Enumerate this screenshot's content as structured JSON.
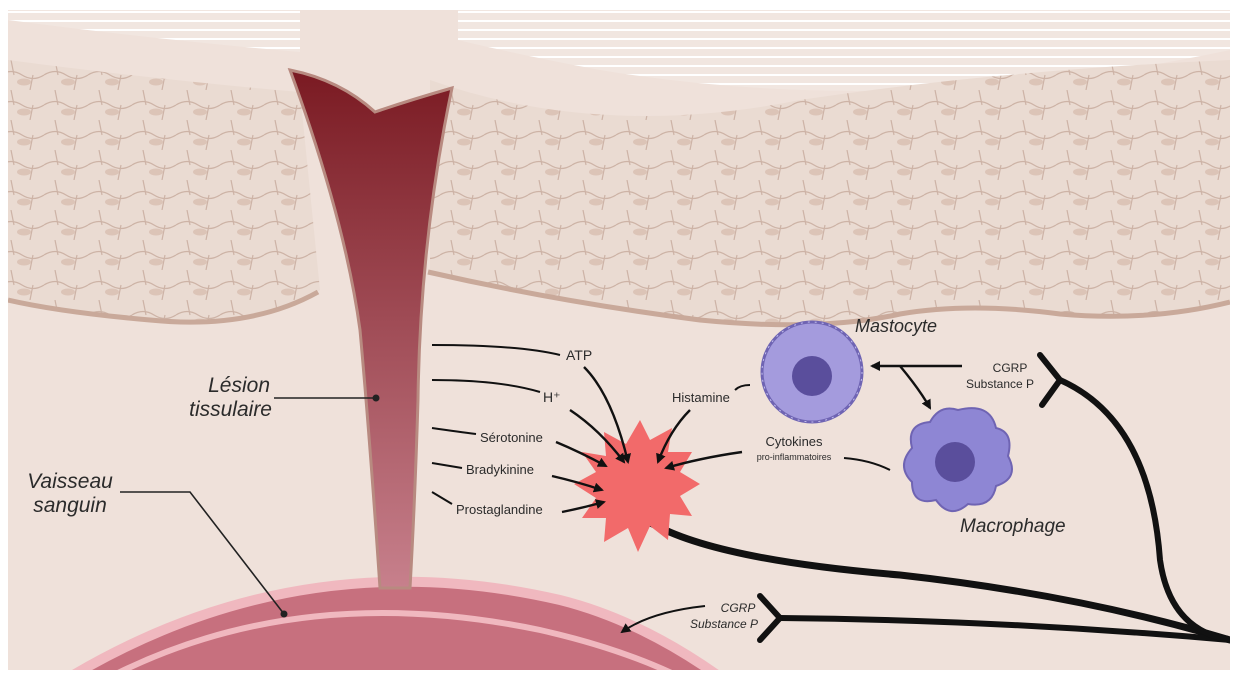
{
  "diagram": {
    "labels": {
      "lesion_line1": "Lésion",
      "lesion_line2": "tissulaire",
      "vessel_line1": "Vaisseau",
      "vessel_line2": "sanguin",
      "mastocyte": "Mastocyte",
      "macrophage": "Macrophage",
      "atp": "ATP",
      "h_plus": "H⁺",
      "serotonine": "Sérotonine",
      "bradykinine": "Bradykinine",
      "prostaglandine": "Prostaglandine",
      "histamine": "Histamine",
      "cytokines_line1": "Cytokines",
      "cytokines_line2": "pro-inflammatoires",
      "cgrp_top_line1": "CGRP",
      "cgrp_top_line2": "Substance P",
      "cgrp_bottom_line1": "CGRP",
      "cgrp_bottom_line2": "Substance P"
    },
    "colors": {
      "skin_dermis": "#efe1da",
      "skin_layers": "#e6d5cc",
      "cell_outline": "#cdb5a8",
      "wound_dark": "#7a1a22",
      "wound_light": "#b9717e",
      "vessel": "#c7707e",
      "vessel_pale": "#f0b8bf",
      "damage_burst": "#f26a6a",
      "mastocyte": "#9a8fd6",
      "macrophage": "#8e86d4",
      "nerve": "#111111"
    }
  }
}
